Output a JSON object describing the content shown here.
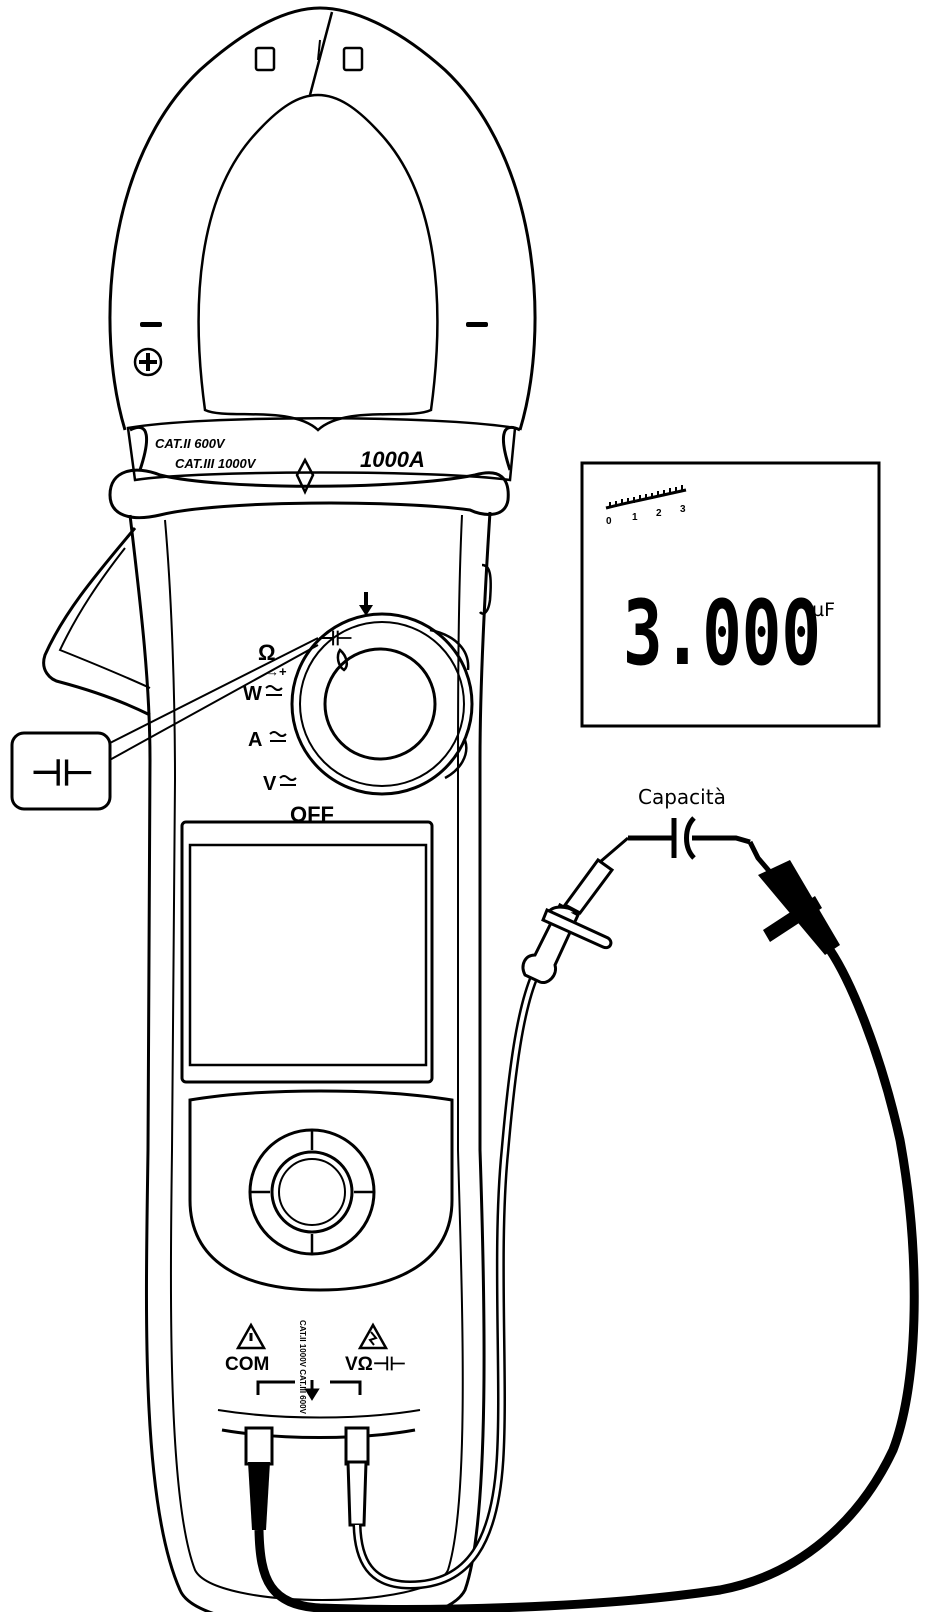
{
  "jaw": {
    "rating_cat_ii": "CAT.II 600V",
    "rating_cat_iii": "CAT.III 1000V",
    "current_rating": "1000A",
    "polarity_plus": "+",
    "polarity_minus": "—"
  },
  "dial": {
    "pos_capacitance": "⊣⊢",
    "pos_ohm": "Ω",
    "pos_diode": "→+",
    "pos_watt": "W",
    "pos_amp": "A",
    "pos_volt": "V",
    "pos_off": "OFF"
  },
  "callout": {
    "symbol": "⊣⊢"
  },
  "lcd": {
    "scale_ticks": [
      "0",
      "1",
      "2",
      "3"
    ],
    "reading": "3.000",
    "unit": "µF"
  },
  "terminals": {
    "com": "COM",
    "cat_marking": "CAT.II 1000V CAT.III 600V",
    "v_ohm_cap": "VΩ⊣⊢"
  },
  "component": {
    "label": "Capacità"
  },
  "colors": {
    "line": "#000000",
    "background": "#ffffff"
  }
}
